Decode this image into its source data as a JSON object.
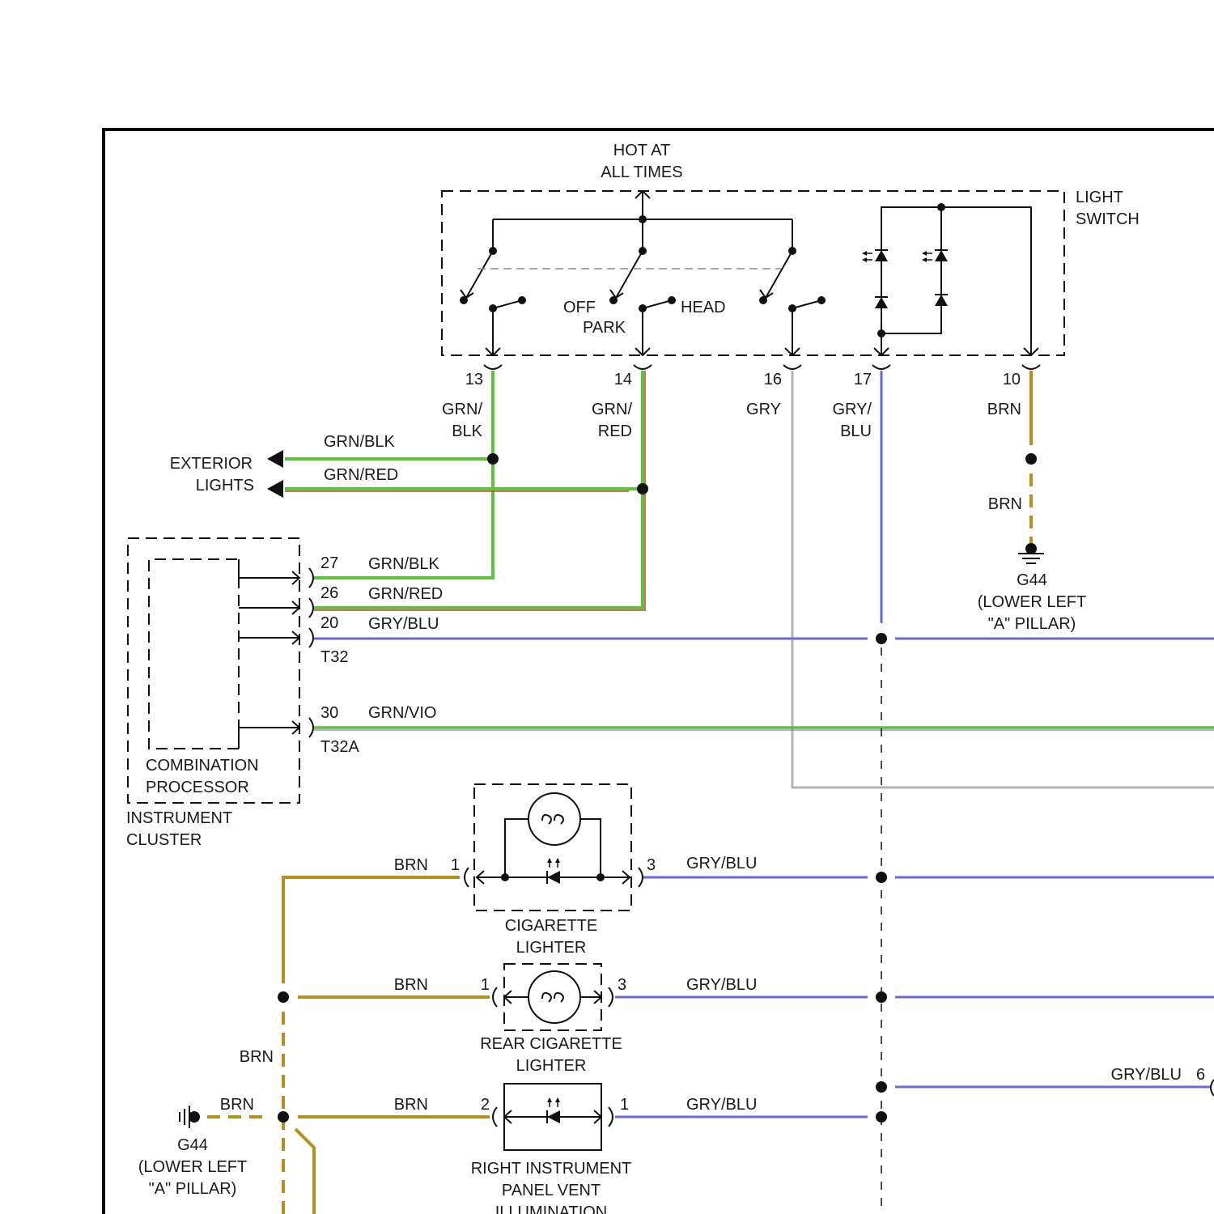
{
  "colors": {
    "green": "#5cc43a",
    "red": "#c8402a",
    "black": "#111111",
    "blue": "#6a6ad8",
    "gray": "#b4b4b4",
    "brown": "#b5901e",
    "violet": "#7a55c8",
    "wire_white": "#ffffff"
  },
  "light_switch": {
    "name_line1": "LIGHT",
    "name_line2": "SWITCH",
    "hot_line1": "HOT AT",
    "hot_line2": "ALL TIMES",
    "pos_off": "OFF",
    "pos_park": "PARK",
    "pos_head": "HEAD"
  },
  "switch_pins": [
    {
      "pin": "13",
      "wire_line1": "GRN/",
      "wire_line2": "BLK"
    },
    {
      "pin": "14",
      "wire_line1": "GRN/",
      "wire_line2": "RED"
    },
    {
      "pin": "16",
      "wire_line1": "GRY",
      "wire_line2": ""
    },
    {
      "pin": "17",
      "wire_line1": "GRY/",
      "wire_line2": "BLU"
    },
    {
      "pin": "10",
      "wire_line1": "BRN",
      "wire_line2": ""
    }
  ],
  "exterior": {
    "line1": "EXTERIOR",
    "line2": "LIGHTS",
    "wire1": "GRN/BLK",
    "wire2": "GRN/RED"
  },
  "ground_right": {
    "wire": "BRN",
    "name": "G44",
    "loc1": "(LOWER LEFT",
    "loc2": "\"A\" PILLAR)"
  },
  "cluster": {
    "pins": [
      {
        "pin": "27",
        "wire": "GRN/BLK"
      },
      {
        "pin": "26",
        "wire": "GRN/RED"
      },
      {
        "pin": "20",
        "wire": "GRY/BLU"
      },
      {
        "pin": "30",
        "wire": "GRN/VIO"
      }
    ],
    "conn1": "T32",
    "conn2": "T32A",
    "processor1": "COMBINATION",
    "processor2": "PROCESSOR",
    "name1": "INSTRUMENT",
    "name2": "CLUSTER"
  },
  "cig": {
    "pin_left": "1",
    "pin_right": "3",
    "wire_left": "BRN",
    "wire_right": "GRY/BLU",
    "name1": "CIGARETTE",
    "name2": "LIGHTER"
  },
  "rear_cig": {
    "pin_left": "1",
    "pin_right": "3",
    "wire_left": "BRN",
    "wire_right": "GRY/BLU",
    "name1": "REAR CIGARETTE",
    "name2": "LIGHTER"
  },
  "right_ipv": {
    "pin_left": "2",
    "pin_right": "1",
    "wire_left": "BRN",
    "wire_right": "GRY/BLU",
    "name1": "RIGHT INSTRUMENT",
    "name2": "PANEL VENT",
    "name3": "ILLUMINATION"
  },
  "right_branch": {
    "wire": "GRY/BLU",
    "pin": "6"
  },
  "brn_vertical": "BRN",
  "ground_left": {
    "wire": "BRN",
    "name": "G44",
    "loc1": "(LOWER LEFT",
    "loc2": "\"A\" PILLAR)"
  }
}
